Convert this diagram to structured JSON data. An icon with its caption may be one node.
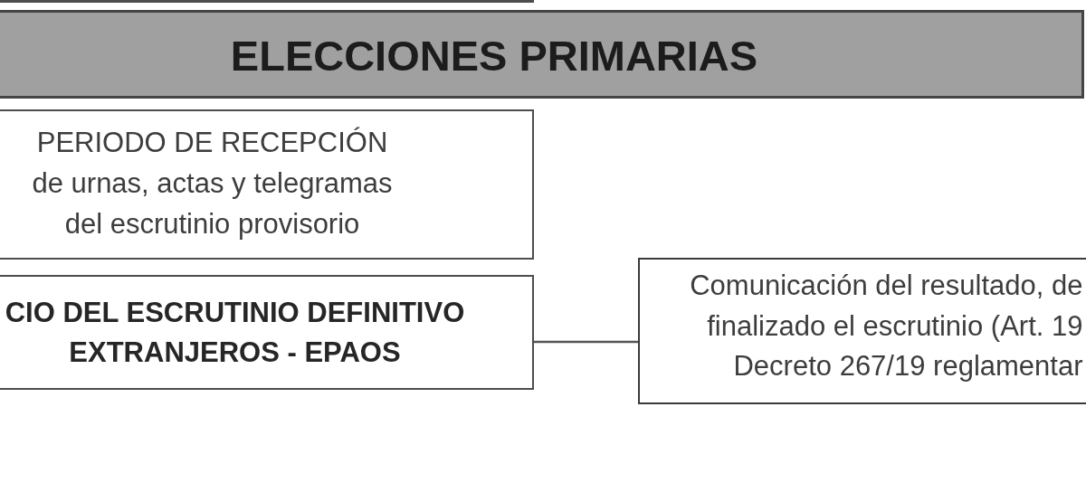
{
  "diagram": {
    "nodes": [
      {
        "text": [],
        "shape": "box"
      },
      {
        "text": [
          "ELECCIONES PRIMARIAS"
        ]
      },
      {
        "text": [
          "PERIODO DE RECEPCIÓN de urnas, actas y telegramas del escrutinio provisorio"
        ]
      },
      {
        "text": [
          "CIO DEL ESCRUTINIO DEFINITIVO EXTRANJEROS - EPAOS"
        ]
      },
      {
        "text": [
          "Comunicación del resultado, de finalizado el escrutinio (Art. 19 Decreto 267/19 reglamentar"
        ]
      }
    ],
    "edges": [
      {
        "from": 3,
        "to": 4,
        "arrow": "none"
      }
    ]
  }
}
